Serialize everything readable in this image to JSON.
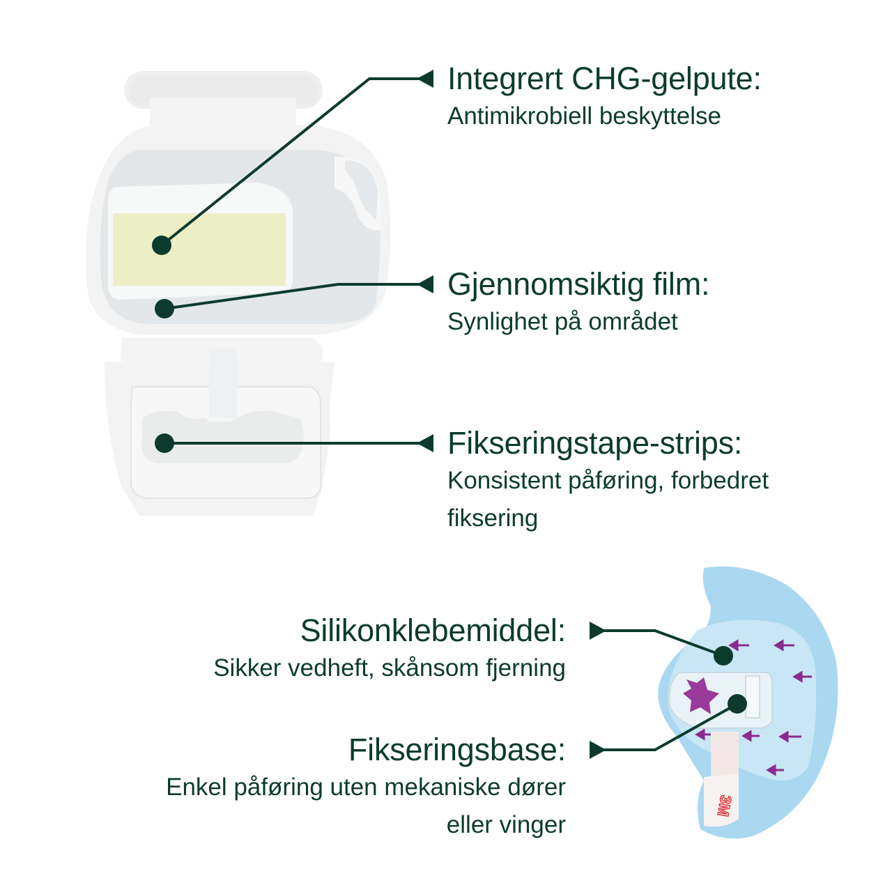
{
  "colors": {
    "text": "#0c3b2e",
    "line": "#0c3b2e",
    "gel_pad": "#eef0c8",
    "film": "#e6e9ec",
    "border": "#f3f4f3",
    "blue_dressing": "#a7d6ef",
    "purple_marks": "#8a2b8e"
  },
  "top_product": {
    "callouts": [
      {
        "title": "Integrert CHG-gelpute:",
        "lines": [
          "Antimikrobiell beskyttelse"
        ]
      },
      {
        "title": "Gjennomsiktig film:",
        "lines": [
          "Synlighet på området"
        ]
      },
      {
        "title": "Fikseringstape-strips:",
        "lines": [
          "Konsistent påføring, forbedret",
          "fiksering"
        ]
      }
    ]
  },
  "bottom_product": {
    "callouts": [
      {
        "title": "Silikonklebemiddel:",
        "lines": [
          "Sikker vedheft, skånsom fjerning"
        ]
      },
      {
        "title": "Fikseringsbase:",
        "lines": [
          "Enkel påføring uten mekaniske dører",
          "eller vinger"
        ]
      }
    ],
    "brand_mark": "3M"
  }
}
